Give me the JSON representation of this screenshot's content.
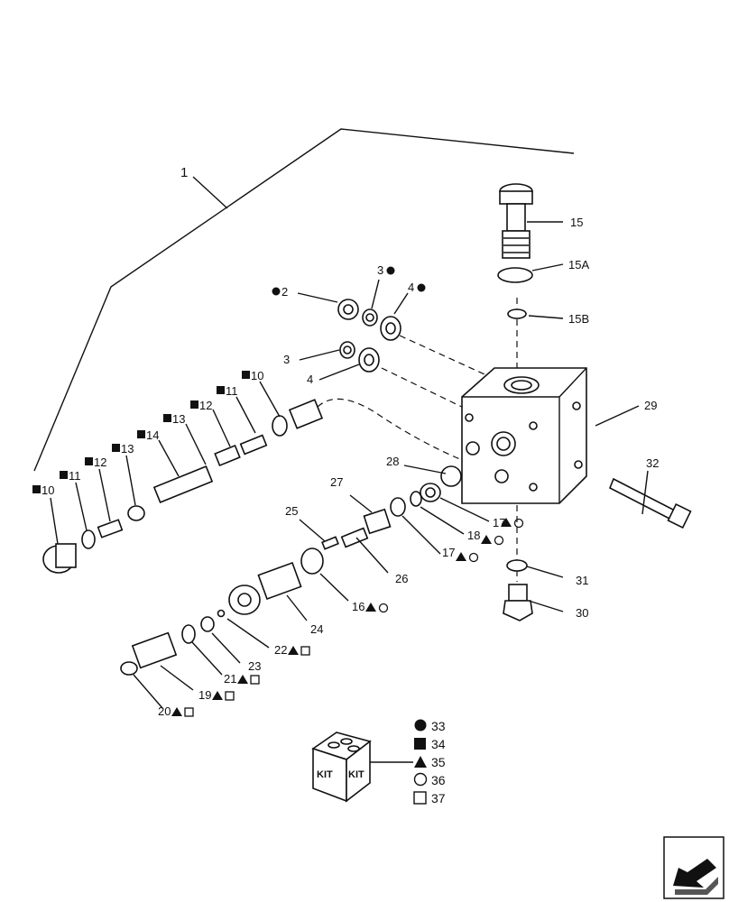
{
  "assembly_label": "1",
  "labels": {
    "p10a": "10",
    "p11a": "11",
    "p12a": "12",
    "p13a": "13",
    "p14": "14",
    "p13b": "13",
    "p12b": "12",
    "p11b": "11",
    "p10b": "10",
    "p2": "2",
    "p3a": "3",
    "p4a": "4",
    "p3b": "3",
    "p4b": "4",
    "p15": "15",
    "p15a": "15A",
    "p15b": "15B",
    "p29": "29",
    "p28": "28",
    "p32": "32",
    "p27": "27",
    "p25": "25",
    "p26": "26",
    "p17a": "17",
    "p18": "18",
    "p17b": "17",
    "p16": "16",
    "p24": "24",
    "p22": "22",
    "p23": "23",
    "p21": "21",
    "p19": "19",
    "p20": "20",
    "p31": "31",
    "p30": "30"
  },
  "kit": {
    "box_text_left": "KIT",
    "box_text_right": "KIT",
    "legend": [
      {
        "symbol": "filled-circle",
        "number": "33"
      },
      {
        "symbol": "filled-square",
        "number": "34"
      },
      {
        "symbol": "filled-triangle",
        "number": "35"
      },
      {
        "symbol": "open-circle",
        "number": "36"
      },
      {
        "symbol": "open-square",
        "number": "37"
      }
    ]
  },
  "nav_icon": "back-arrow-icon"
}
